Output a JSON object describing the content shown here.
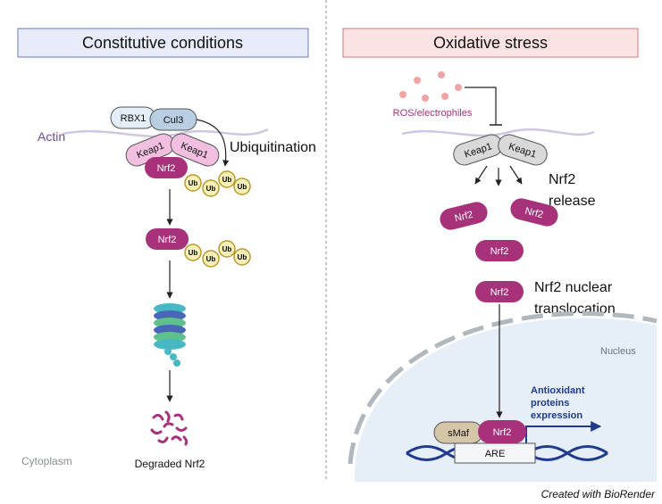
{
  "panels": {
    "left_title": "Constitutive conditions",
    "right_title": "Oxidative stress"
  },
  "left": {
    "rbx1": "RBX1",
    "cul3": "Cul3",
    "actin": "Actin",
    "keap1_a": "Keap1",
    "keap1_b": "Keap1",
    "nrf2_bound": "Nrf2",
    "ubiquitination": "Ubiquitination",
    "ub": "Ub",
    "nrf2_free": "Nrf2",
    "degraded": "Degraded Nrf2",
    "cytoplasm": "Cytoplasm"
  },
  "right": {
    "ros": "ROS/electrophiles",
    "keap1_a": "Keap1",
    "keap1_b": "Keap1",
    "nrf2_release_line1": "Nrf2",
    "nrf2_release_line2": "release",
    "nrf2": "Nrf2",
    "translocation_line1": "Nrf2 nuclear",
    "translocation_line2": "translocation",
    "nucleus": "Nucleus",
    "antioxidant_line1": "Antioxidant",
    "antioxidant_line2": "proteins",
    "antioxidant_line3": "expression",
    "smaf": "sMaf",
    "are": "ARE"
  },
  "credit": "Created with BioRender",
  "colors": {
    "nrf2": "#a8327a",
    "keap1_left": "#f2bfe0",
    "keap1_right": "#d9d9d9",
    "ub_fill": "#f7f0b8",
    "ub_stroke": "#b89a2a",
    "left_header": "#e8ecfa",
    "right_header": "#fbe3e3",
    "dna": "#1f3a8f",
    "ros_dot": "#f4a3a3",
    "antioxidant_text": "#1f3a8f"
  }
}
